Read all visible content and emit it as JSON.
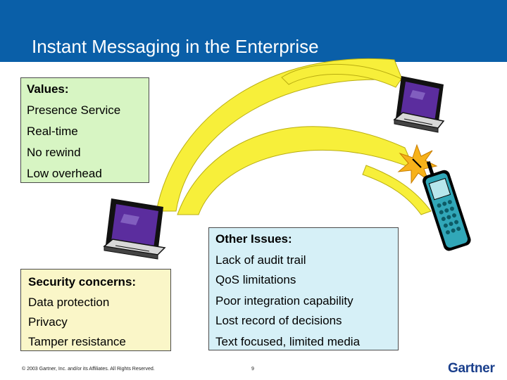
{
  "slide": {
    "title": "Instant Messaging in the Enterprise"
  },
  "values_box": {
    "heading": "Values:",
    "items": [
      "Presence Service",
      "Real-time",
      "No rewind",
      "Low overhead"
    ]
  },
  "security_box": {
    "heading": "Security concerns:",
    "items": [
      "Data protection",
      "Privacy",
      "Tamper resistance"
    ]
  },
  "issues_box": {
    "heading": "Other Issues:",
    "items": [
      "Lack of audit trail",
      "QoS limitations",
      "Poor integration capability",
      "Lost record of decisions",
      "Text focused, limited media"
    ]
  },
  "footer": {
    "copyright": "© 2003 Gartner, Inc. and/or its Affiliates. All Rights Reserved.",
    "page_number": "9",
    "logo_text": "Gartner"
  },
  "colors": {
    "header_blue": "#0a5fa8",
    "values_bg": "#d7f5c3",
    "security_bg": "#faf6c8",
    "issues_bg": "#d6f0f7",
    "beam_yellow": "#f7ef3a",
    "laptop_screen": "#5b2d9e"
  },
  "icons": [
    "laptop-icon",
    "mobile-phone-icon",
    "signal-burst-icon",
    "wireless-beam-icon"
  ]
}
